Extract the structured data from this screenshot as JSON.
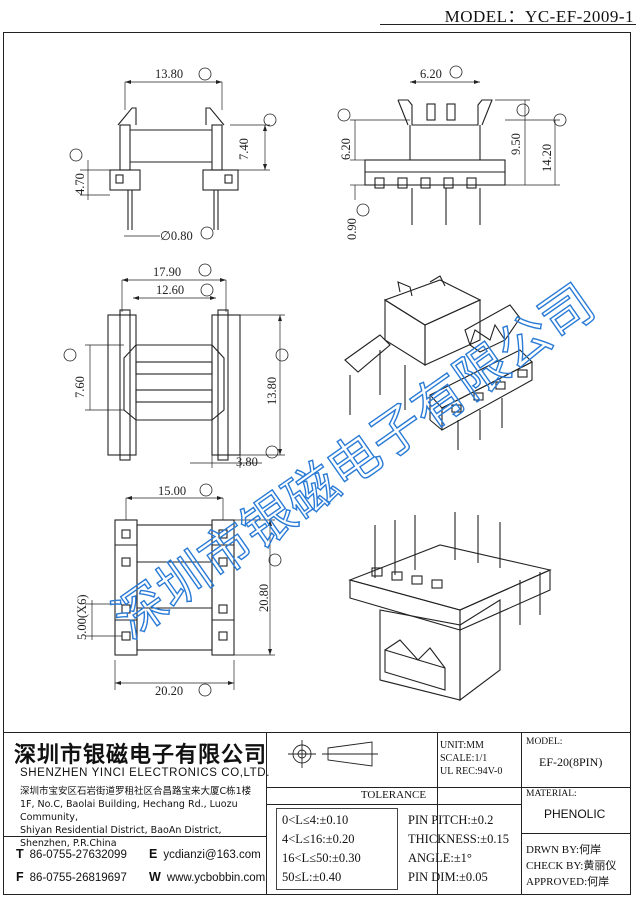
{
  "header": {
    "model": "MODEL：YC-EF-2009-1"
  },
  "dimensions": {
    "top_view": {
      "B": "13.80",
      "C": "7.40",
      "A": "4.70",
      "D": "∅0.80"
    },
    "side_view": {
      "G": "6.20",
      "E": "6.20",
      "H": "9.50",
      "I": "14.20",
      "F": "0.90"
    },
    "middle_view": {
      "K": "17.90",
      "L": "12.60",
      "J": "7.60",
      "M": "13.80",
      "N": "3.80"
    },
    "bottom_view": {
      "O": "15.00",
      "P": "20.80",
      "pitch": "5.00(X6)",
      "Q": "20.20"
    }
  },
  "watermark": "深圳市银磁电子有限公司",
  "title_block": {
    "company_cn": "深圳市银磁电子有限公司",
    "company_en": "SHENZHEN YINCI ELECTRONICS CO,LTD.",
    "address_cn": "深圳市宝安区石岩街道罗租社区合昌路宝来大厦C栋1楼",
    "address_en1": "1F, No.C, Baolai Building, Hechang Rd., Luozu Community,",
    "address_en2": "Shiyan Residential District, BaoAn District,",
    "address_en3": "Shenzhen, P.R.China",
    "tel_label": "T",
    "tel": "86-0755-27632099",
    "fax_label": "F",
    "fax": "86-0755-26819697",
    "email_label": "E",
    "email": "ycdianzi@163.com",
    "web_label": "W",
    "web": "www.ycbobbin.com",
    "unit": "UNIT:MM",
    "scale": "SCALE:1/1",
    "ul": "UL REC:94V-0",
    "tolerance_title": "TOLERANCE",
    "tol1": "0<L≤4:±0.10",
    "tol2": "4<L≤16:±0.20",
    "tol3": "16<L≤50:±0.30",
    "tol4": "50≤L:±0.40",
    "pin_pitch": "PIN PITCH:±0.2",
    "thickness": "THICKNESS:±0.15",
    "angle": "ANGLE:±1°",
    "pin_dim": "PIN DIM:±0.05",
    "model_label": "MODEL:",
    "model_value": "EF-20(8PIN)",
    "material_label": "MATERIAL:",
    "material_value": "PHENOLIC",
    "drwn": "DRWN BY:何岸",
    "check": "CHECK BY:黄丽仪",
    "approved": "APPROVED:何岸"
  }
}
